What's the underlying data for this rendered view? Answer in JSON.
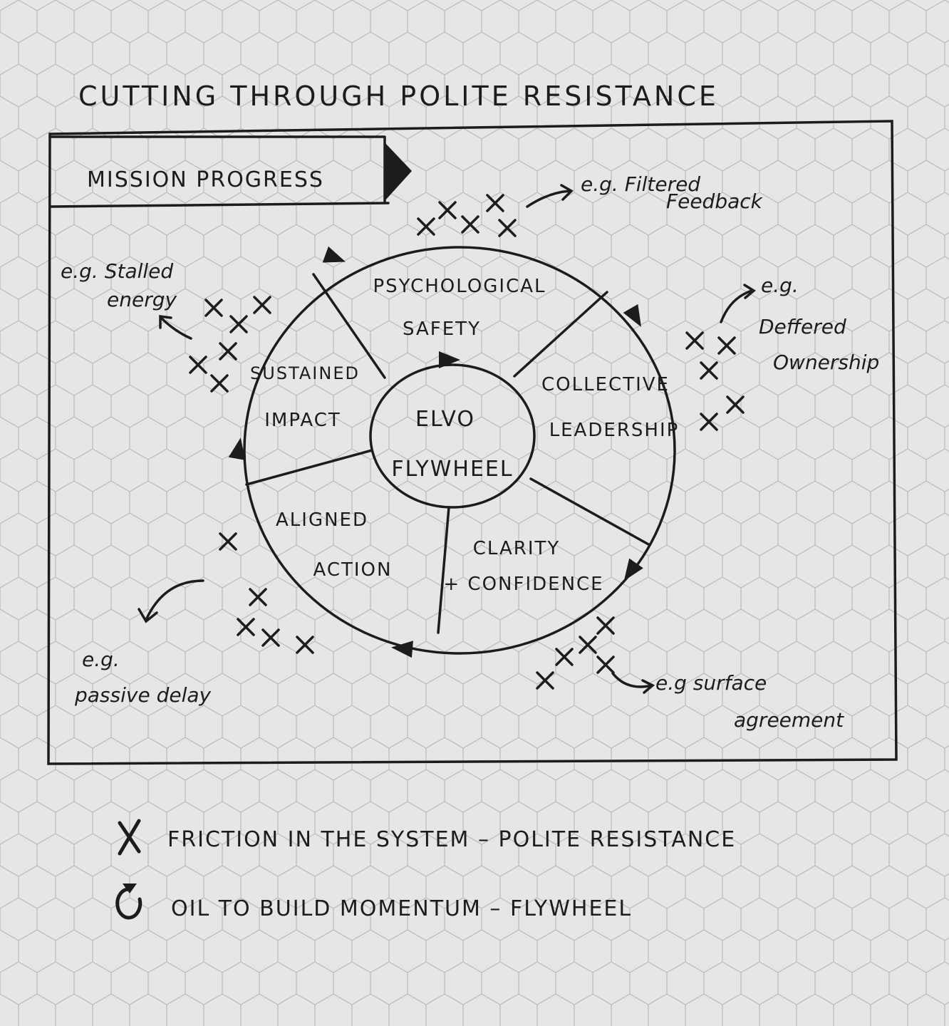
{
  "title": "CUTTING THROUGH POLITE RESISTANCE",
  "mission_progress": "MISSION PROGRESS",
  "flywheel": {
    "center": [
      "ELVO",
      "FLYWHEEL"
    ],
    "segments": [
      {
        "lines": [
          "PSYCHOLOGICAL",
          "SAFETY"
        ]
      },
      {
        "lines": [
          "COLLECTIVE",
          "LEADERSHIP"
        ]
      },
      {
        "lines": [
          "CLARITY",
          "+ CONFIDENCE"
        ]
      },
      {
        "lines": [
          "ALIGNED",
          "ACTION"
        ]
      },
      {
        "lines": [
          "SUSTAINED",
          "IMPACT"
        ]
      }
    ]
  },
  "annotations": [
    {
      "lines": [
        "e.g. Filtered",
        "Feedback"
      ]
    },
    {
      "lines": [
        "e.g.",
        "Deffered",
        "Ownership"
      ]
    },
    {
      "lines": [
        "e.g surface",
        "agreement"
      ]
    },
    {
      "lines": [
        "e.g.",
        "passive delay"
      ]
    },
    {
      "lines": [
        "e.g. Stalled",
        "energy"
      ]
    }
  ],
  "legend": [
    {
      "icon": "x-mark-icon",
      "label": "FRICTION IN THE SYSTEM – POLITE RESISTANCE"
    },
    {
      "icon": "circular-arrow-icon",
      "label": "OIL TO BUILD MOMENTUM – FLYWHEEL"
    }
  ],
  "colors": {
    "ink": "#1c1c1c",
    "paper": "#e6e7e5",
    "grid": "#b9bbb8"
  }
}
